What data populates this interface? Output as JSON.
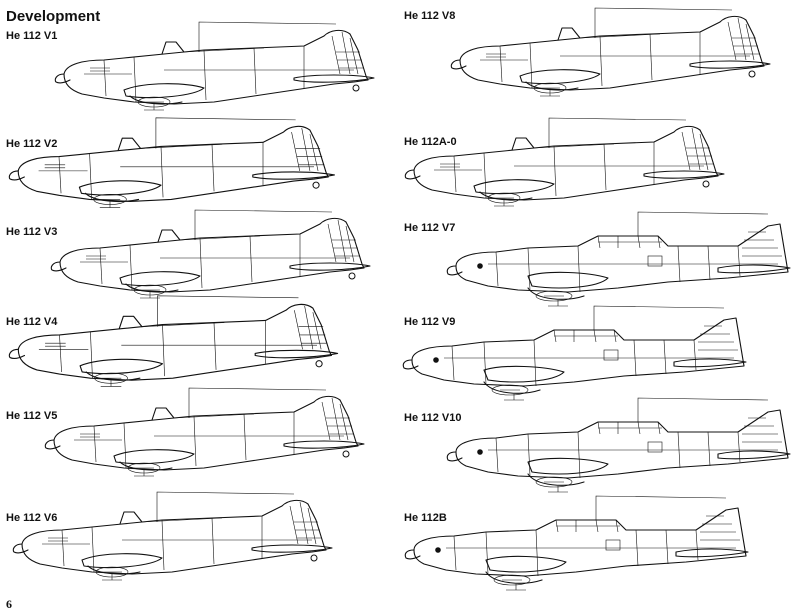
{
  "page": {
    "heading": "Development",
    "page_number": "6"
  },
  "aircraft": [
    {
      "label": "He 112 V1",
      "profile": "early"
    },
    {
      "label": "He 112 V2",
      "profile": "early"
    },
    {
      "label": "He 112 V3",
      "profile": "early"
    },
    {
      "label": "He 112 V4",
      "profile": "early"
    },
    {
      "label": "He 112 V5",
      "profile": "early"
    },
    {
      "label": "He 112 V6",
      "profile": "early"
    },
    {
      "label": "He 112 V8",
      "profile": "early"
    },
    {
      "label": "He 112A-0",
      "profile": "early"
    },
    {
      "label": "He 112 V7",
      "profile": "late"
    },
    {
      "label": "He 112 V9",
      "profile": "late"
    },
    {
      "label": "He 112 V10",
      "profile": "late"
    },
    {
      "label": "He 112B",
      "profile": "late"
    }
  ],
  "colors": {
    "ink": "#111111",
    "paper": "#ffffff"
  }
}
